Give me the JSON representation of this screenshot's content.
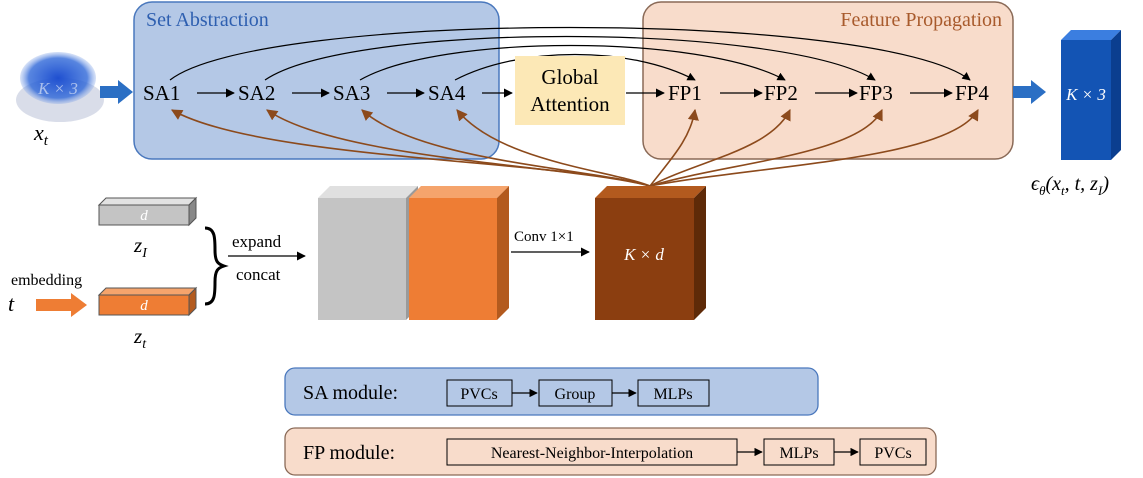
{
  "regions": {
    "set_abstraction": "Set Abstraction",
    "feature_propagation": "Feature Propagation"
  },
  "input": {
    "cloud_label": "K × 3",
    "var_base": "x",
    "var_sub": "t"
  },
  "encoder": [
    "SA1",
    "SA2",
    "SA3",
    "SA4"
  ],
  "attention": {
    "line1": "Global",
    "line2": "Attention"
  },
  "decoder": [
    "FP1",
    "FP2",
    "FP3",
    "FP4"
  ],
  "output": {
    "block_label": "K × 3",
    "eq_eps": "ϵ",
    "eq_theta": "θ",
    "eq_args": "(x",
    "eq_t": "t",
    "eq_rest": ", t, z",
    "eq_I": "I",
    "eq_close": ")"
  },
  "conditioning": {
    "zi_dim": "d",
    "zi_base": "z",
    "zi_sub": "I",
    "zt_dim": "d",
    "zt_base": "z",
    "zt_sub": "t",
    "embedding": "embedding",
    "t": "t",
    "expand": "expand",
    "concat": "concat",
    "conv": "Conv 1×1",
    "feat_label": "K × d"
  },
  "sa_module": {
    "label": "SA module:",
    "steps": [
      "PVCs",
      "Group",
      "MLPs"
    ]
  },
  "fp_module": {
    "label": "FP module:",
    "steps": [
      "Nearest-Neighbor-Interpolation",
      "MLPs",
      "PVCs"
    ]
  },
  "colors": {
    "sa_fill": "#b4c8e6",
    "sa_stroke": "#4a78bd",
    "sa_title": "#2e5fb0",
    "fp_fill": "#f8dccb",
    "fp_stroke": "#8a6a57",
    "fp_title": "#a85a2c",
    "attention_fill": "#fce8b6",
    "blue_arrow": "#2b6fc4",
    "brown_arrow": "#8c4a1c",
    "gray_block": "#c4c4c4",
    "orange_block": "#ee7d34",
    "brown_block": "#8b3e10",
    "output_block": "#1354b4"
  }
}
